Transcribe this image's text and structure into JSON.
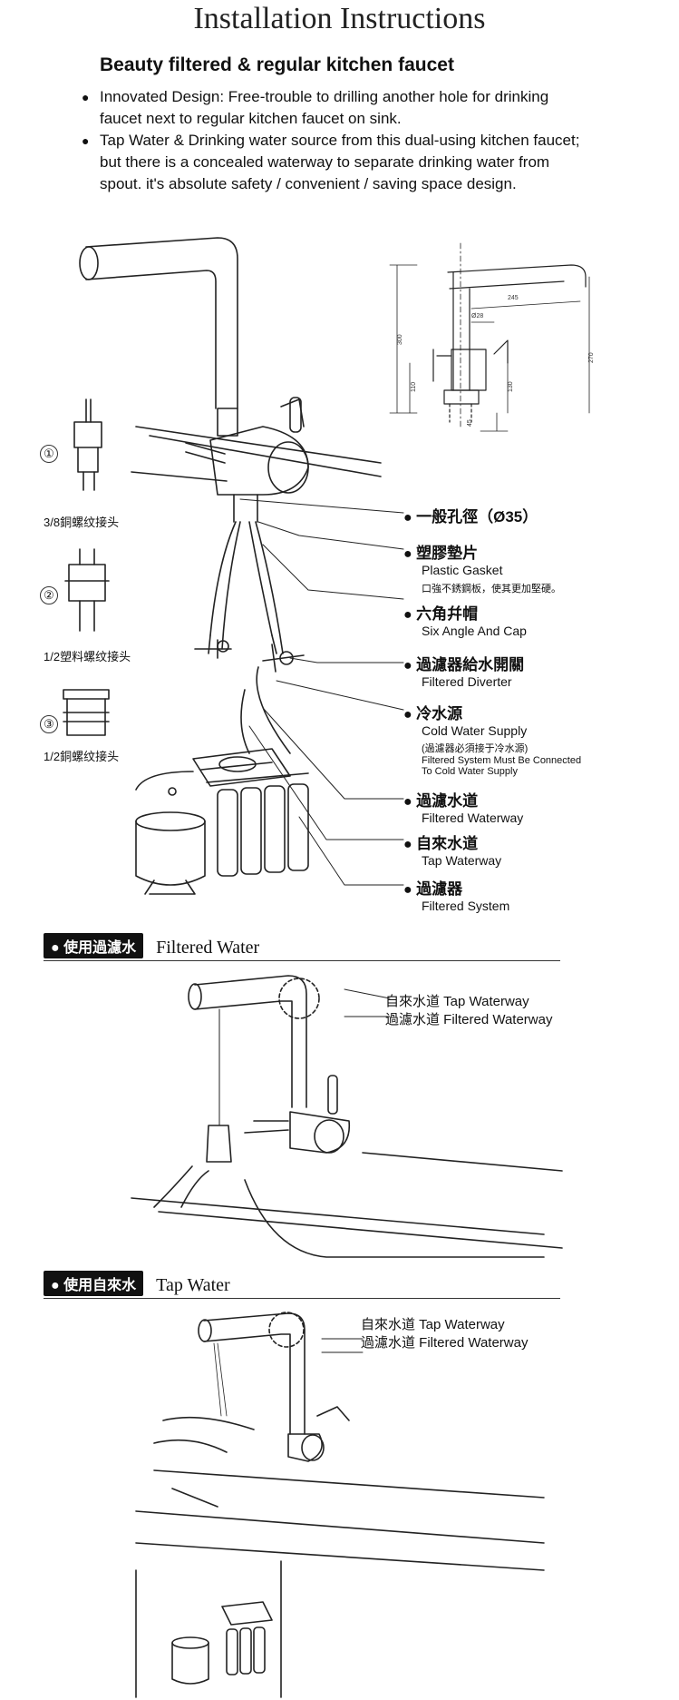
{
  "header": {
    "title": "Installation Instructions",
    "subtitle": "Beauty filtered & regular kitchen faucet",
    "bullets": [
      "Innovated Design: Free-trouble to drilling another hole for drinking faucet next to regular kitchen faucet on sink.",
      "Tap Water & Drinking water source from this dual-using kitchen faucet; but there is a concealed waterway to separate drinking water from spout. it's absolute safety / convenient / saving space design."
    ]
  },
  "dimensions": [
    "245",
    "Ø28",
    "300",
    "270",
    "110",
    "130",
    "45"
  ],
  "parts": [
    {
      "num": "①",
      "label": "3/8銅螺纹接头"
    },
    {
      "num": "②",
      "label": "1/2塑料螺纹接头"
    },
    {
      "num": "③",
      "label": "1/2銅螺纹接头"
    }
  ],
  "callouts": [
    {
      "cn": "一般孔徑（Ø35）",
      "en": ""
    },
    {
      "cn": "塑膠墊片",
      "en": "Plastic Gasket",
      "note": "口強不銹鋼板，使其更加堅硬。"
    },
    {
      "cn": "六角幷帽",
      "en": "Six Angle And Cap"
    },
    {
      "cn": "過濾器給水開關",
      "en": "Filtered Diverter"
    },
    {
      "cn": "冷水源",
      "en": "Cold Water Supply",
      "note": "(過濾器必須接于冷水源)",
      "note2": "Filtered System Must Be Connected",
      "note3": "To Cold Water Supply"
    },
    {
      "cn": "過濾水道",
      "en": "Filtered Waterway"
    },
    {
      "cn": "自來水道",
      "en": "Tap Waterway"
    },
    {
      "cn": "過濾器",
      "en": "Filtered System"
    }
  ],
  "section_filtered": {
    "badge": "● 使用過濾水",
    "title": "Filtered Water",
    "line1": "自來水道  Tap Waterway",
    "line2": "過濾水道  Filtered Waterway"
  },
  "section_tap": {
    "badge": "● 使用自來水",
    "title": "Tap Water",
    "line1": "自來水道  Tap Waterway",
    "line2": "過濾水道  Filtered Waterway"
  }
}
